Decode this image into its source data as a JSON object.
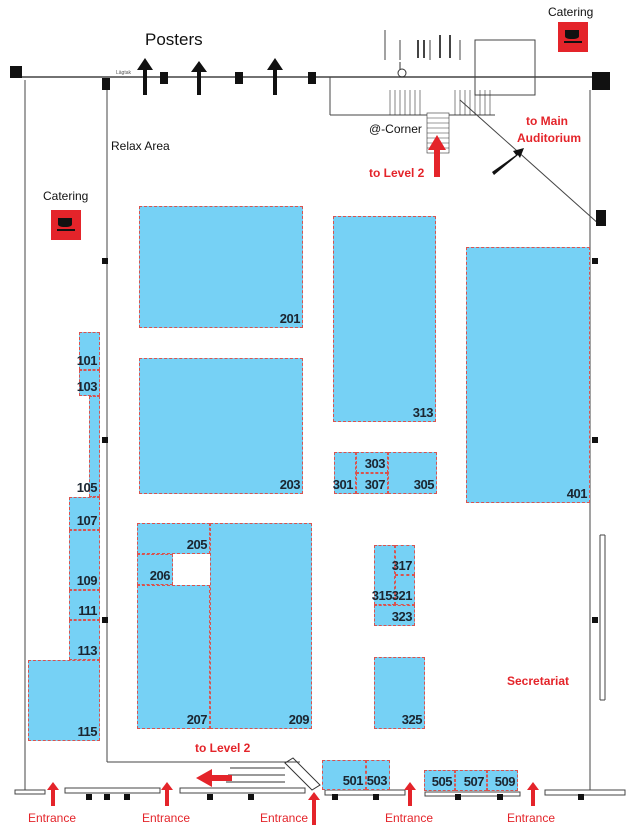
{
  "labels": {
    "posters": "Posters",
    "relax": "Relax Area",
    "catering_top": "Catering",
    "catering_left": "Catering",
    "at_corner": "@-Corner",
    "to_level2_top": "to Level 2",
    "to_level2_bottom": "to Level 2",
    "main_auditorium_1": "to Main",
    "main_auditorium_2": "Auditorium",
    "secretariat": "Secretariat",
    "lagtak": "Lägtak"
  },
  "entrances": [
    "Entrance",
    "Entrance",
    "Entrance",
    "Entrance",
    "Entrance"
  ],
  "booths": {
    "b101": "101",
    "b103": "103",
    "b105": "105",
    "b107": "107",
    "b109": "109",
    "b111": "111",
    "b113": "113",
    "b115": "115",
    "b201": "201",
    "b203": "203",
    "b205": "205",
    "b206": "206",
    "b207": "207",
    "b209": "209",
    "b301": "301",
    "b303": "303",
    "b305": "305",
    "b307": "307",
    "b313": "313",
    "b315": "315",
    "b317": "317",
    "b321": "321",
    "b323": "323",
    "b325": "325",
    "b401": "401",
    "b501": "501",
    "b503": "503",
    "b505": "505",
    "b507": "507",
    "b509": "509"
  },
  "colors": {
    "booth": "#76d1f5",
    "accent": "#e4242a"
  }
}
